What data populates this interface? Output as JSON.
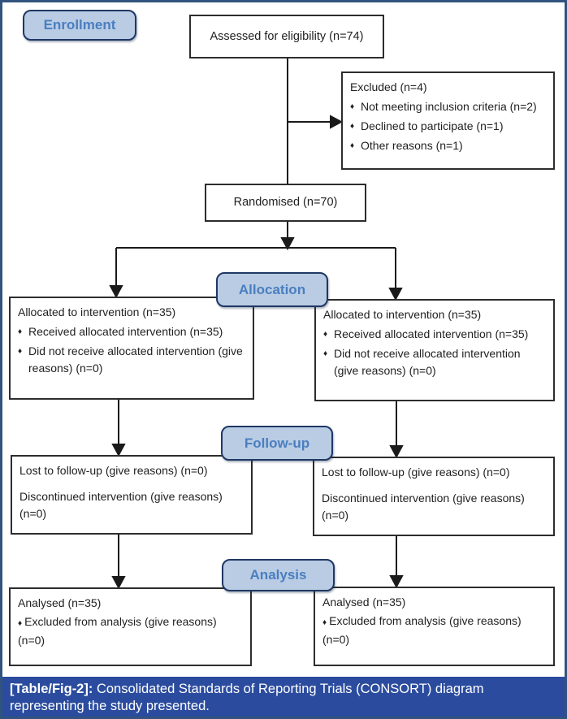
{
  "figure": {
    "stages": {
      "enrollment": "Enrollment",
      "allocation": "Allocation",
      "followup": "Follow-up",
      "analysis": "Analysis"
    },
    "bullet": "♦",
    "boxes": {
      "assessed": {
        "text": "Assessed for eligibility (n=74)"
      },
      "excluded": {
        "title": "Excluded (n=4)",
        "items": [
          "Not meeting inclusion criteria (n=2)",
          "Declined to participate (n=1)",
          "Other reasons (n=1)"
        ]
      },
      "randomised": {
        "text": "Randomised (n=70)"
      },
      "allocation_left": {
        "title": "Allocated to intervention (n=35)",
        "items": [
          "Received allocated intervention (n=35)",
          "Did not receive allocated intervention (give reasons) (n=0)"
        ]
      },
      "allocation_right": {
        "title": "Allocated to intervention (n=35)",
        "items": [
          "Received allocated intervention (n=35)",
          "Did not receive allocated intervention (give reasons) (n=0)"
        ]
      },
      "followup_left": {
        "lines": [
          "Lost to follow-up (give reasons) (n=0)",
          "Discontinued intervention (give reasons) (n=0)"
        ]
      },
      "followup_right": {
        "lines": [
          "Lost to follow-up (give reasons) (n=0)",
          "Discontinued intervention (give reasons) (n=0)"
        ]
      },
      "analysis_left": {
        "title": "Analysed (n=35)",
        "items": [
          "Excluded from analysis (give reasons) (n=0)"
        ]
      },
      "analysis_right": {
        "title": "Analysed (n=35)",
        "items": [
          "Excluded from analysis (give reasons) (n=0)"
        ]
      }
    }
  },
  "caption": {
    "label": "[Table/Fig-2]:",
    "text": "Consolidated Standards of Reporting Trials (CONSORT) diagram representing the study presented."
  },
  "colors": {
    "stage_fill": "#b9cce4",
    "stage_border": "#1f3864",
    "stage_text": "#4a7ebf",
    "box_border": "#2d2d2d",
    "connector": "#1a1a1a",
    "frame": "#31547f",
    "caption_bg": "#2b4c9e",
    "caption_text": "#ffffff"
  }
}
